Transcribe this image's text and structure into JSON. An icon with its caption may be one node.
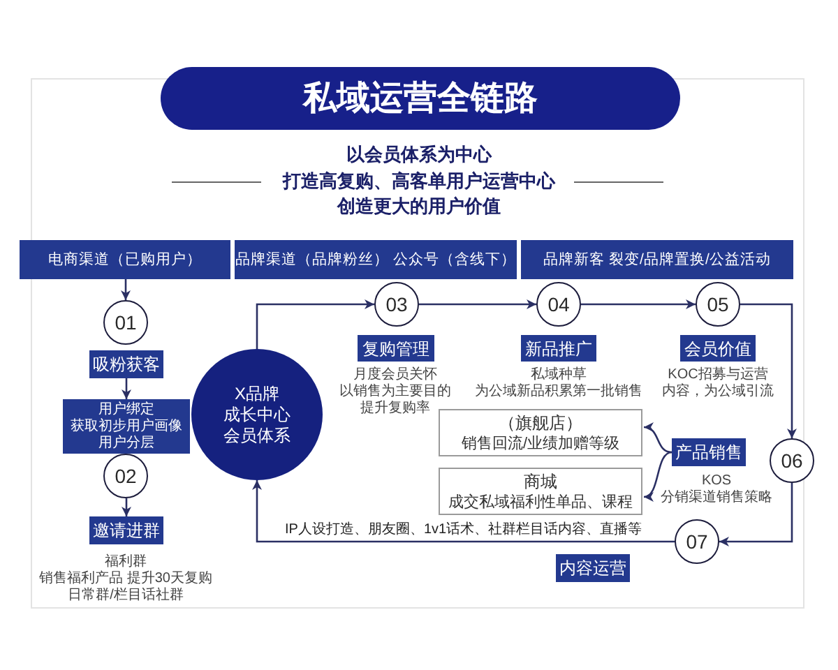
{
  "diagram": {
    "title": "私域运营全链路",
    "nodes": [
      {
        "text": [
          "电商渠道（已购用户）"
        ]
      },
      {
        "text": [
          "品牌渠道（品牌粉丝） 公众号（含线下）"
        ]
      },
      {
        "text": [
          "品牌新客 裂变/品牌置换/公益活动"
        ]
      },
      {
        "text": [
          "01"
        ]
      },
      {
        "text": [
          "吸粉获客"
        ]
      },
      {
        "text": [
          "用户绑定",
          "获取初步用户画像",
          "用户分层"
        ]
      },
      {
        "text": [
          "02"
        ]
      },
      {
        "text": [
          "邀请进群"
        ],
        "beside": [
          "福利群",
          "销售福利产品 提升30天复购",
          "日常群/栏目话社群"
        ]
      },
      {
        "text": [
          "X品牌",
          "成长中心",
          "会员体系"
        ]
      },
      {
        "text": [
          "03"
        ]
      },
      {
        "text": [
          "复购管理"
        ],
        "beside": [
          "月度会员关怀",
          "以销售为主要目的",
          "提升复购率"
        ]
      },
      {
        "text": [
          "04"
        ]
      },
      {
        "text": [
          "新品推广"
        ],
        "beside": [
          "私域种草",
          "为公域新品积累第一批销售"
        ]
      },
      {
        "text": [
          "05"
        ]
      },
      {
        "text": [
          "会员价值"
        ],
        "beside": [
          "KOC招募与运营",
          "内容，为公域引流"
        ]
      },
      {
        "text": [
          "06"
        ]
      },
      {
        "text": [
          "产品销售"
        ],
        "beside": [
          "KOS",
          "分销渠道销售策略"
        ]
      },
      {
        "text": [
          "（旗舰店）",
          "销售回流/业绩加赠等级"
        ]
      },
      {
        "text": [
          "商城",
          "成交私域福利性单品、课程"
        ]
      },
      {
        "text": [
          "07"
        ]
      },
      {
        "text": [
          "内容运营"
        ]
      }
    ],
    "edges": [
      {
        "from": 0,
        "to": 3,
        "arrow": "to"
      },
      {
        "from": 4,
        "to": 5,
        "arrow": "to"
      },
      {
        "from": 6,
        "to": 7,
        "arrow": "to"
      },
      {
        "from": 8,
        "to": 9,
        "arrow": "to"
      },
      {
        "from": 9,
        "to": 11,
        "arrow": "to"
      },
      {
        "from": 11,
        "to": 13,
        "arrow": "to"
      },
      {
        "from": 13,
        "to": 15,
        "arrow": "to"
      },
      {
        "from": 15,
        "to": 19,
        "arrow": "to"
      },
      {
        "from": 19,
        "to": 8,
        "arrow": "to",
        "label": "IP人设打造、朋友圈、1v1话术、社群栏目话内容、直播等"
      },
      {
        "from": 16,
        "to": 17,
        "arrow": "to"
      },
      {
        "from": 16,
        "to": 18,
        "arrow": "to"
      }
    ],
    "labels": [
      "以会员体系为中心",
      "打造高复购、高客单用户运营中心",
      "创造更大的用户价值"
    ]
  }
}
